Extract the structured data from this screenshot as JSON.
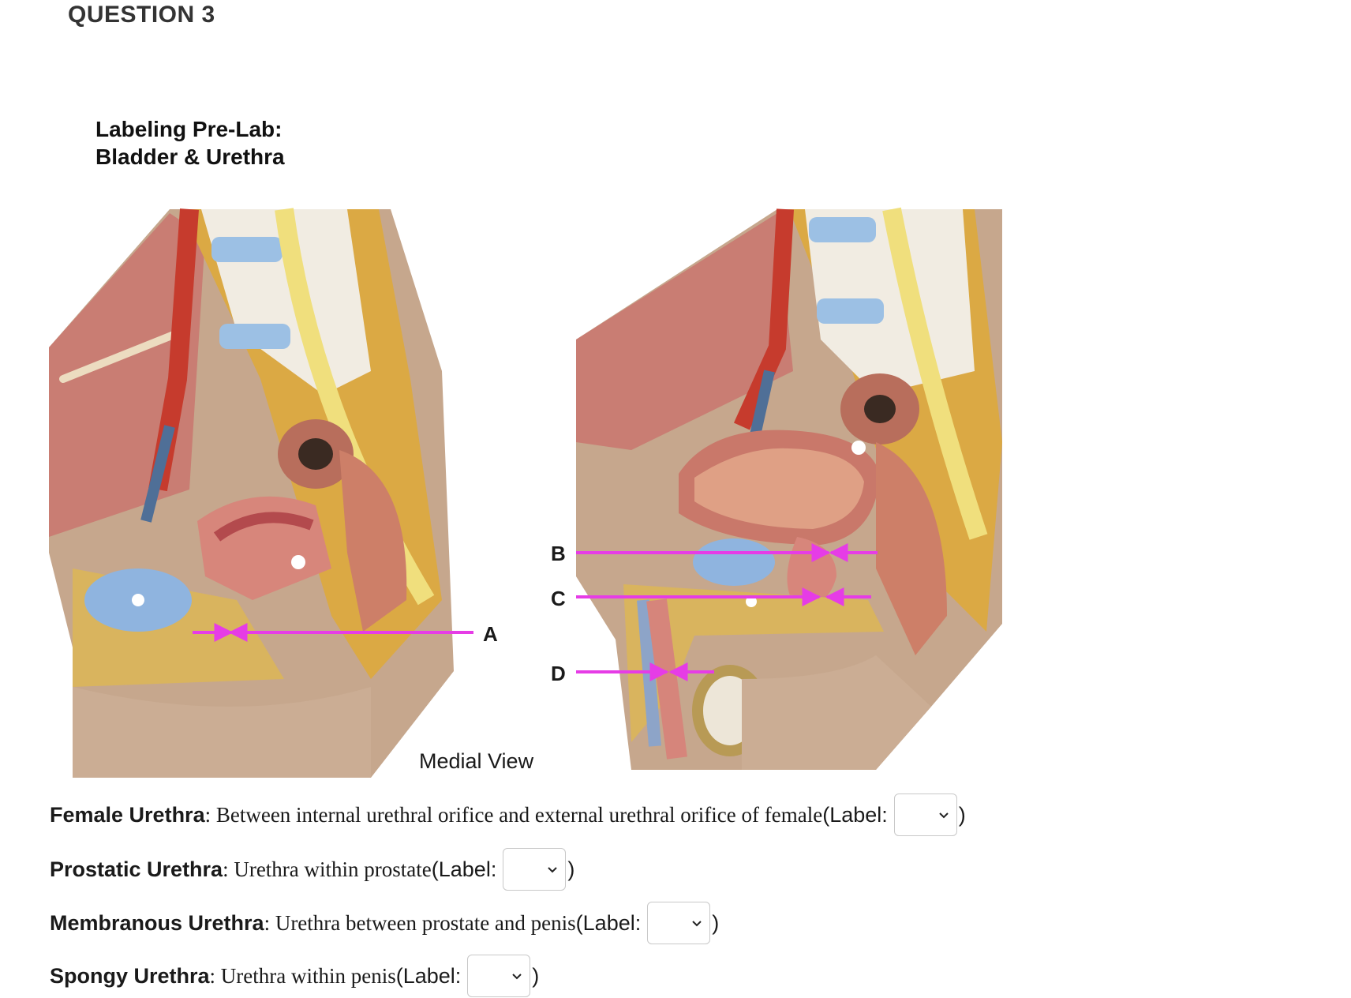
{
  "question": {
    "title": "QUESTION 3"
  },
  "figure": {
    "title_line1": "Labeling Pre-Lab:",
    "title_line2": "Bladder & Urethra",
    "caption": "Medial View",
    "labels": {
      "a": "A",
      "b": "B",
      "c": "C",
      "d": "D"
    }
  },
  "items": [
    {
      "term": "Female Urethra",
      "desc": ": Between internal urethral orifice and external urethral orifice of female",
      "label_text": " (Label:",
      "selected": "",
      "close": ")"
    },
    {
      "term": "Prostatic Urethra",
      "desc": ": Urethra within prostate",
      "label_text": " (Label:",
      "selected": "",
      "close": ")"
    },
    {
      "term": "Membranous Urethra",
      "desc": ": Urethra between prostate and penis",
      "label_text": " (Label:",
      "selected": "",
      "close": ")"
    },
    {
      "term": "Spongy Urethra",
      "desc": ": Urethra within penis",
      "label_text": " (Label:",
      "selected": "",
      "close": ")"
    }
  ],
  "colors": {
    "arrow": "#e63ce6",
    "dropdown_border": "#c8c8c8"
  },
  "icons": {
    "dropdown": "chevron-down-icon"
  }
}
